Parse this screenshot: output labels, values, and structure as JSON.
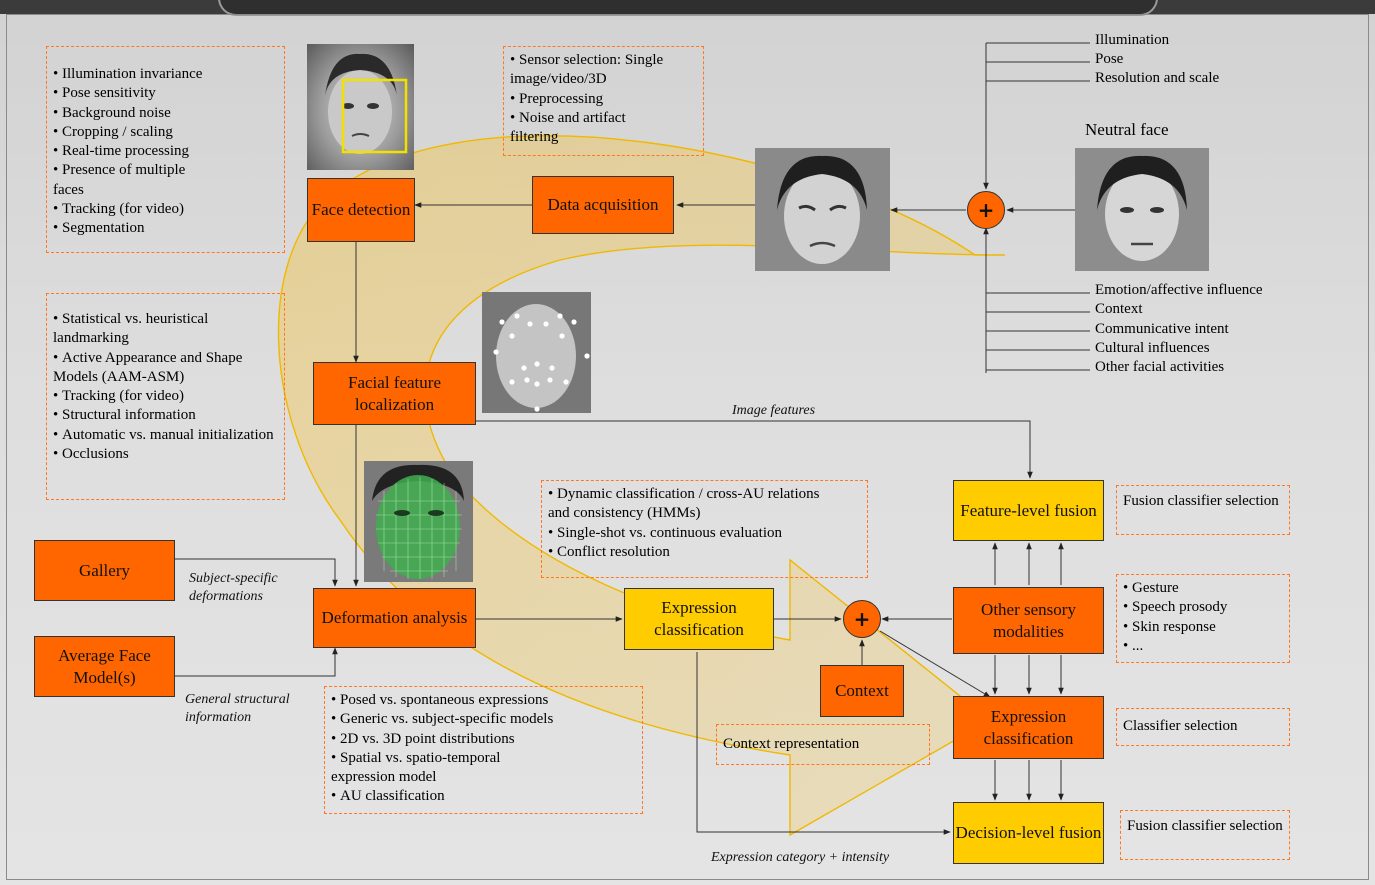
{
  "diagram": {
    "blocks": {
      "face_detection": "Face detection",
      "data_acquisition": "Data acquisition",
      "facial_feature_localization": "Facial feature localization",
      "gallery": "Gallery",
      "average_face_model": "Average Face Model(s)",
      "deformation_analysis": "Deformation analysis",
      "expression_classification_center": "Expression classification",
      "context": "Context",
      "feature_level_fusion": "Feature-level fusion",
      "other_sensory_modalities": "Other sensory modalities",
      "expression_classification_right": "Expression classification",
      "decision_level_fusion": "Decision-level fusion"
    },
    "sum_symbol": "+",
    "notes": {
      "face_detection_issues": [
        "Illumination invariance",
        "Pose sensitivity",
        "Background noise",
        "Cropping / scaling",
        "Real-time processing",
        "Presence of multiple faces",
        "Tracking (for video)",
        "Segmentation"
      ],
      "data_acquisition_issues": [
        "Sensor selection: Single image/video/3D",
        "Preprocessing",
        "Noise and artifact filtering"
      ],
      "feature_localization_issues": [
        "Statistical vs. heuristical landmarking",
        "Active Appearance and Shape Models (AAM-ASM)",
        "Tracking (for video)",
        "Structural information",
        "Automatic vs. manual initialization",
        "Occlusions"
      ],
      "classification_issues": [
        "Dynamic classification / cross-AU relations and consistency (HMMs)",
        "Single-shot vs. continuous evaluation",
        "Conflict resolution"
      ],
      "deformation_issues": [
        "Posed vs. spontaneous expressions",
        "Generic vs. subject-specific models",
        "2D vs. 3D point distributions",
        "Spatial vs. spatio-temporal expression model",
        "AU classification"
      ],
      "modalities": [
        "Gesture",
        "Speech prosody",
        "Skin response",
        "..."
      ],
      "context_representation": "Context representation",
      "fusion_classifier_selection_top": "Fusion classifier selection",
      "classifier_selection": "Classifier selection",
      "fusion_classifier_selection_bottom": "Fusion classifier selection"
    },
    "neutral_face_label": "Neutral face",
    "variation_factors_top": [
      "Illumination",
      "Pose",
      "Resolution and scale"
    ],
    "variation_factors_bottom": [
      "Emotion/affective influence",
      "Context",
      "Communicative intent",
      "Cultural influences",
      "Other facial activities"
    ],
    "edge_labels": {
      "image_features": "Image features",
      "subject_specific_deformations": "Subject-specific deformations",
      "general_structural_information": "General structural information",
      "expression_category_intensity": "Expression category + intensity"
    },
    "colors": {
      "process_block": "#ff6600",
      "fusion_block": "#ffcc00",
      "note_border": "#ff7722",
      "flow_arrow": "#f5c23a"
    },
    "images": {
      "detection_photo": "face-detection-photo",
      "input_photo": "sad-face-photo",
      "neutral_photo": "neutral-face-photo",
      "landmark_photo": "landmarked-face-photo",
      "mesh_photo": "mesh-face-photo"
    }
  }
}
